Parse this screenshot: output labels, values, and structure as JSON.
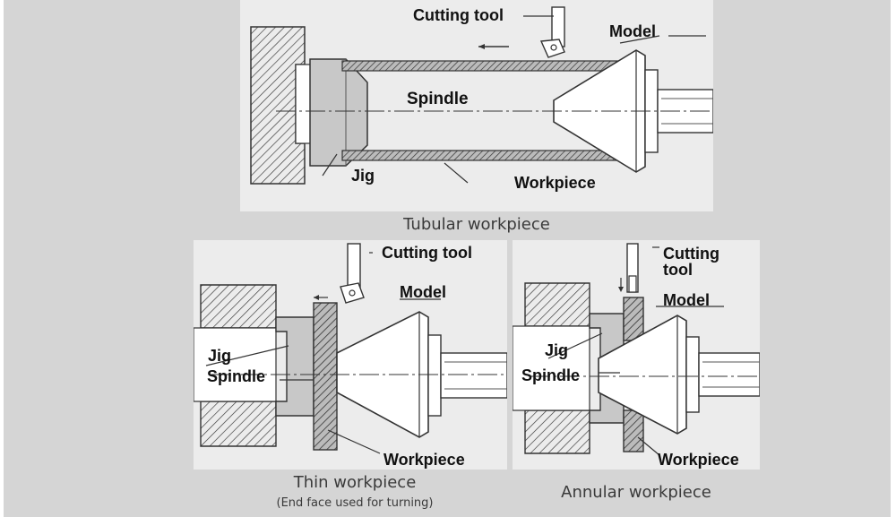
{
  "tubular": {
    "cutting_tool": "Cutting tool",
    "model": "Model",
    "spindle": "Spindle",
    "jig": "Jig",
    "workpiece": "Workpiece",
    "caption": "Tubular workpiece"
  },
  "thin": {
    "cutting_tool": "Cutting tool",
    "model": "Model",
    "jig": "Jig",
    "spindle": "Spindle",
    "workpiece": "Workpiece",
    "caption": "Thin workpiece",
    "subcaption": "(End face used for turning)"
  },
  "annular": {
    "cutting_tool_line1": "Cutting",
    "cutting_tool_line2": "tool",
    "model": "Model",
    "jig": "Jig",
    "spindle": "Spindle",
    "workpiece": "Workpiece",
    "caption": "Annular workpiece"
  },
  "colors": {
    "page_background": "#d5d5d5",
    "panel_background": "#ececec",
    "part_fill": "#ffffff",
    "jig_fill": "#c8c8c8",
    "hatch": "#333333"
  }
}
